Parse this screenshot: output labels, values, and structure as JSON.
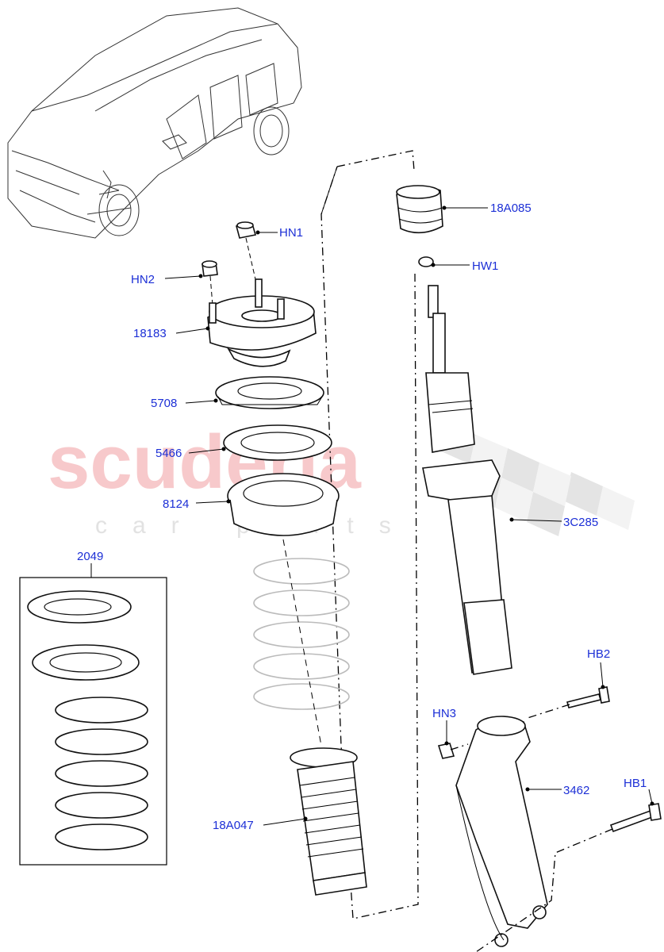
{
  "watermark": {
    "brand": "scuderia",
    "tagline": "car parts"
  },
  "callouts": {
    "c18A085": "18A085",
    "cHN1": "HN1",
    "cHW1": "HW1",
    "cHN2": "HN2",
    "c18183": "18183",
    "c5708": "5708",
    "c5466": "5466",
    "c8124": "8124",
    "c3C285": "3C285",
    "c2049": "2049",
    "cHB2": "HB2",
    "cHN3": "HN3",
    "c3462": "3462",
    "cHB1": "HB1",
    "c18A047": "18A047"
  },
  "colors": {
    "callout": "#1c2fd6",
    "line": "#000000",
    "watermark_red": "#f7c9cb",
    "watermark_grey": "#e2e2e2"
  }
}
